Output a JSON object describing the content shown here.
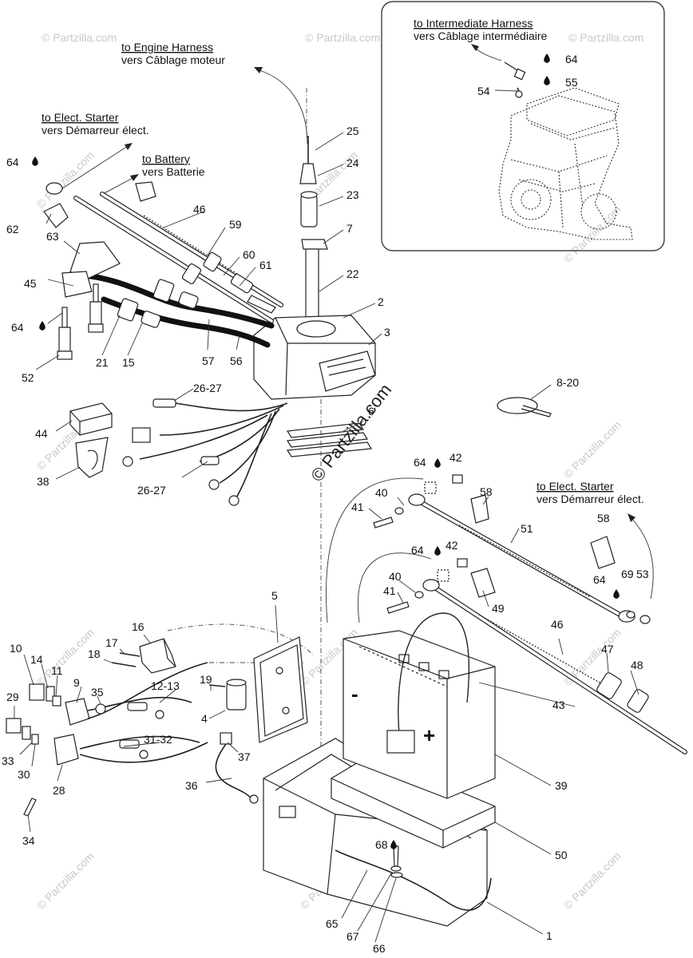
{
  "destinations": {
    "engine_harness": [
      "to Engine Harness",
      "vers Câblage moteur"
    ],
    "elect_starter_top": [
      "to Elect. Starter",
      "vers Démarreur élect."
    ],
    "battery": [
      "to Battery",
      "vers Batterie"
    ],
    "intermediate_harness": [
      "to Intermediate Harness",
      "vers Câblage intermédiaire"
    ],
    "elect_starter_right": [
      "to Elect. Starter",
      "vers Démarreur élect."
    ]
  },
  "watermark": {
    "center": "© Partzilla.com",
    "small": "© Partzilla.com"
  },
  "battery_terminals": {
    "negative": "-",
    "positive": "+"
  },
  "part_labels": [
    "25",
    "24",
    "23",
    "7",
    "22",
    "2",
    "3",
    "64",
    "62",
    "46",
    "59",
    "60",
    "61",
    "63",
    "45",
    "64",
    "52",
    "21",
    "15",
    "57",
    "56",
    "26-27",
    "44",
    "38",
    "26-27",
    "6",
    "8-20",
    "64",
    "55",
    "54",
    "64",
    "42",
    "58",
    "40",
    "41",
    "51",
    "58",
    "64",
    "42",
    "40",
    "41",
    "49",
    "64",
    "69",
    "53",
    "46",
    "47",
    "48",
    "43",
    "5",
    "16",
    "17",
    "18",
    "10",
    "14",
    "11",
    "9",
    "35",
    "12-13",
    "19",
    "4",
    "29",
    "33",
    "30",
    "31-32",
    "28",
    "37",
    "36",
    "34",
    "39",
    "50",
    "68",
    "65",
    "67",
    "66",
    "1"
  ]
}
